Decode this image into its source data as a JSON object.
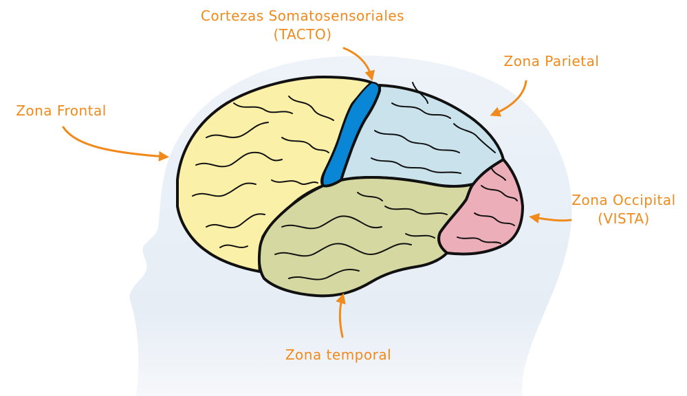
{
  "labels": {
    "somatosensory": {
      "line1": "Cortezas Somatosensoriales",
      "line2": "(TACTO)"
    },
    "parietal": "Zona Parietal",
    "frontal": "Zona Frontal",
    "occipital": {
      "line1": "Zona Occipital",
      "line2": "(VISTA)"
    },
    "temporal": "Zona temporal"
  },
  "colors": {
    "label_text": "#f08a1c",
    "arrows": "#f08a1c",
    "frontal_lobe": "#fbf0a8",
    "somatosensory_cortex": "#0a86d6",
    "parietal_lobe": "#c9e2ec",
    "occipital_lobe": "#ecaeb8",
    "temporal_lobe": "#d5d8a0",
    "head_silhouette": "#e8eef5",
    "outline": "#111111"
  }
}
